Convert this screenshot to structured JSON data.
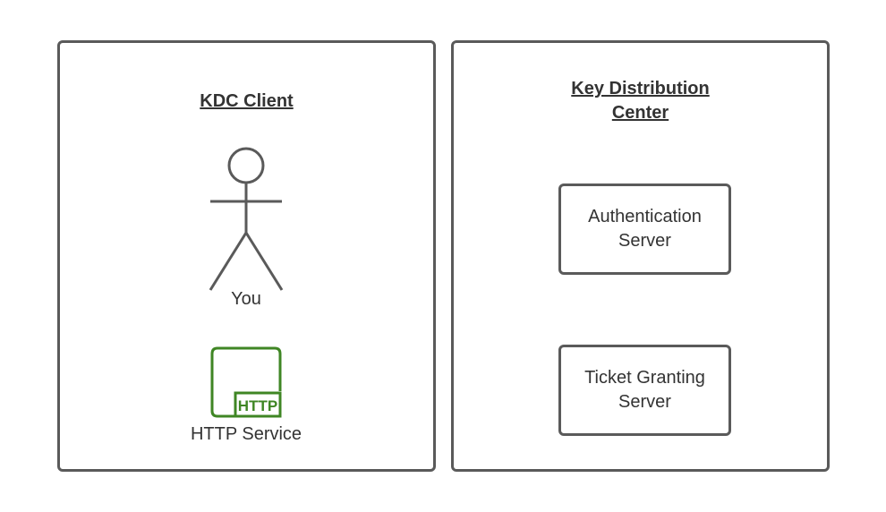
{
  "client": {
    "title": "KDC Client",
    "actor_label": "You",
    "service_label": "HTTP Service",
    "service_badge": "HTTP"
  },
  "kdc": {
    "title_line1": "Key Distribution",
    "title_line2": "Center",
    "servers": [
      {
        "line1": "Authentication",
        "line2": "Server"
      },
      {
        "line1": "Ticket Granting",
        "line2": "Server"
      }
    ]
  },
  "colors": {
    "stroke": "#5a5a5a",
    "http_green": "#3f8624"
  }
}
